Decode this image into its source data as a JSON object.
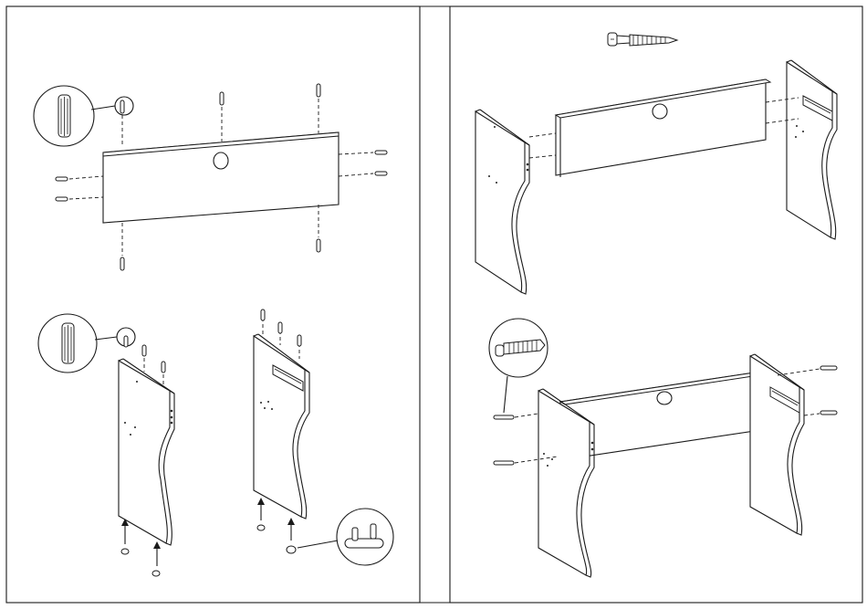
{
  "sheet": {
    "ink": "#1a1a1a",
    "background": "#ffffff"
  },
  "sections": [
    {
      "id": "left-page",
      "steps": [
        "insert-dowels-back-panel",
        "insert-dowels-left-side",
        "insert-dowels-right-side"
      ]
    },
    {
      "id": "right-page",
      "steps": [
        "attach-sides-to-back-panel",
        "screw-assembly"
      ]
    }
  ],
  "icons": [
    "dowel-icon",
    "screw-icon",
    "glide-icon",
    "arrow-icon"
  ]
}
